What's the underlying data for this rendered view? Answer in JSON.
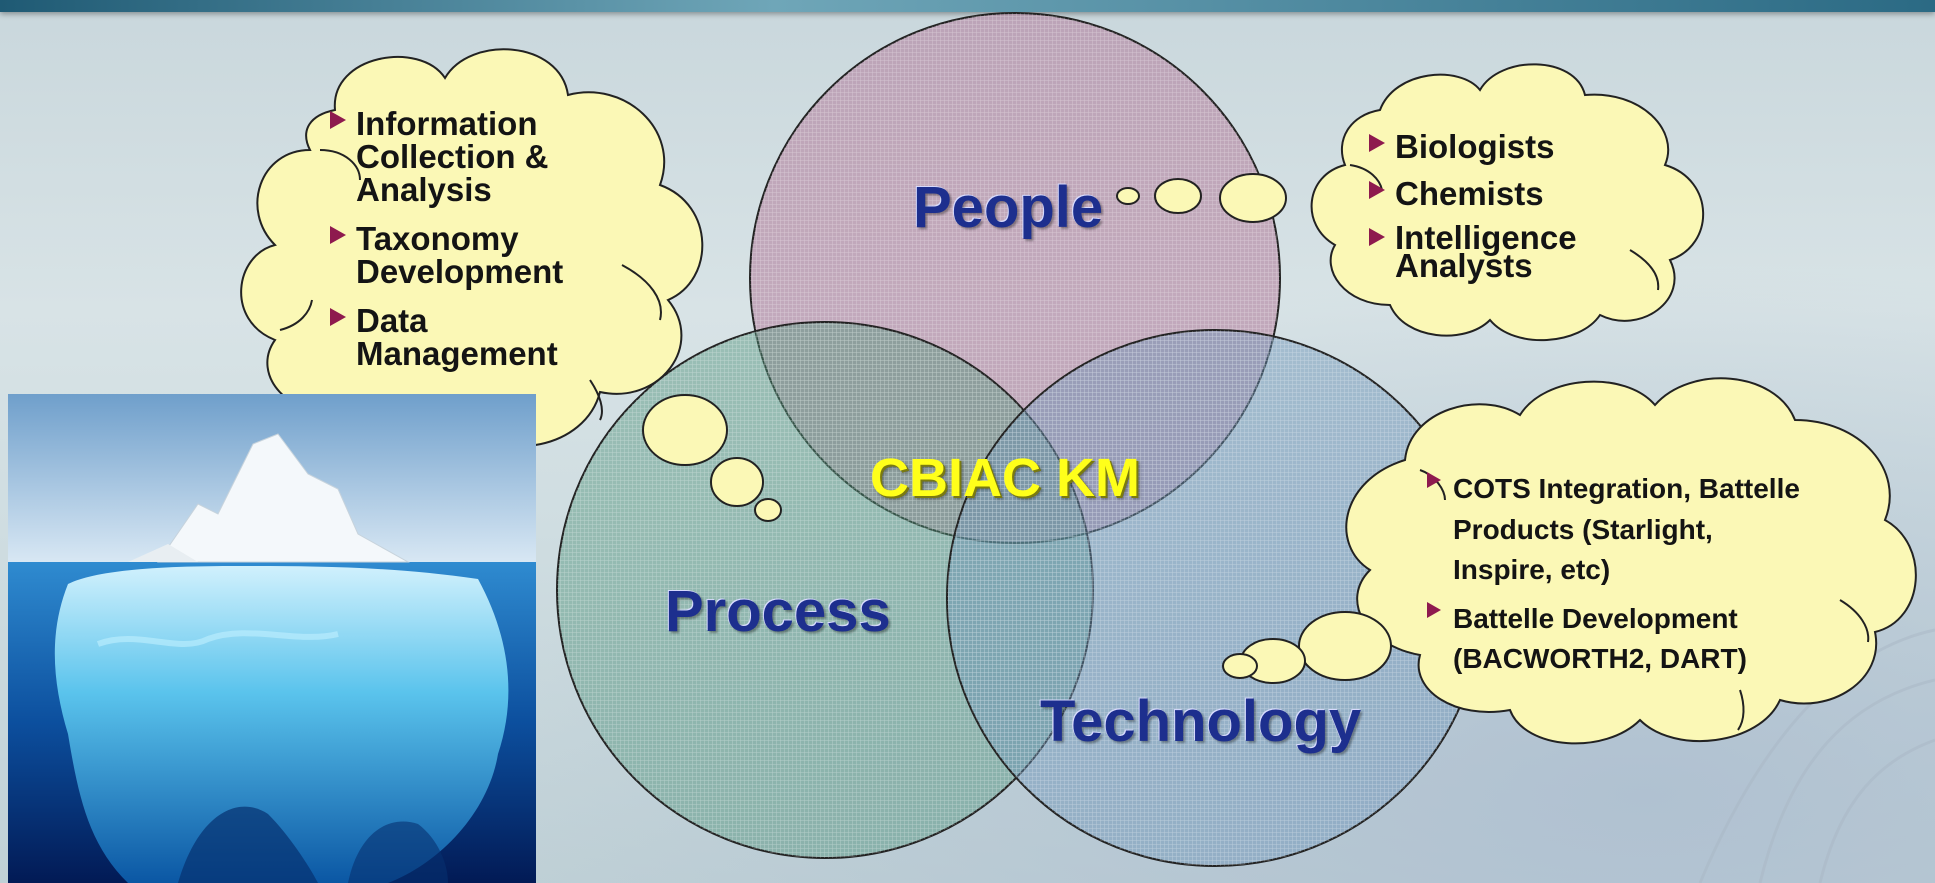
{
  "diagram": {
    "circles": [
      {
        "id": "people",
        "label": "People",
        "fill": "#b07a99"
      },
      {
        "id": "process",
        "label": "Process",
        "fill": "#4f937a"
      },
      {
        "id": "technology",
        "label": "Technology",
        "fill": "#6b93b6"
      }
    ],
    "center_label": "CBIAC KM",
    "callouts": {
      "process": {
        "items": [
          "Information Collection & Analysis",
          "Taxonomy Development",
          "Data Management"
        ]
      },
      "people": {
        "items": [
          "Biologists",
          "Chemists",
          "Intelligence Analysts"
        ]
      },
      "technology": {
        "items": [
          "COTS Integration, Battelle Products (Starlight, Inspire, etc)",
          "Battelle Development (BACWORTH2, DART)"
        ]
      }
    },
    "image": {
      "icon": "iceberg-image"
    },
    "colors": {
      "bullet": "#8e1a4e",
      "cloud_fill": "#fbf8b6",
      "title_text": "#1d2f8e",
      "center_text": "#ffff1a"
    }
  }
}
